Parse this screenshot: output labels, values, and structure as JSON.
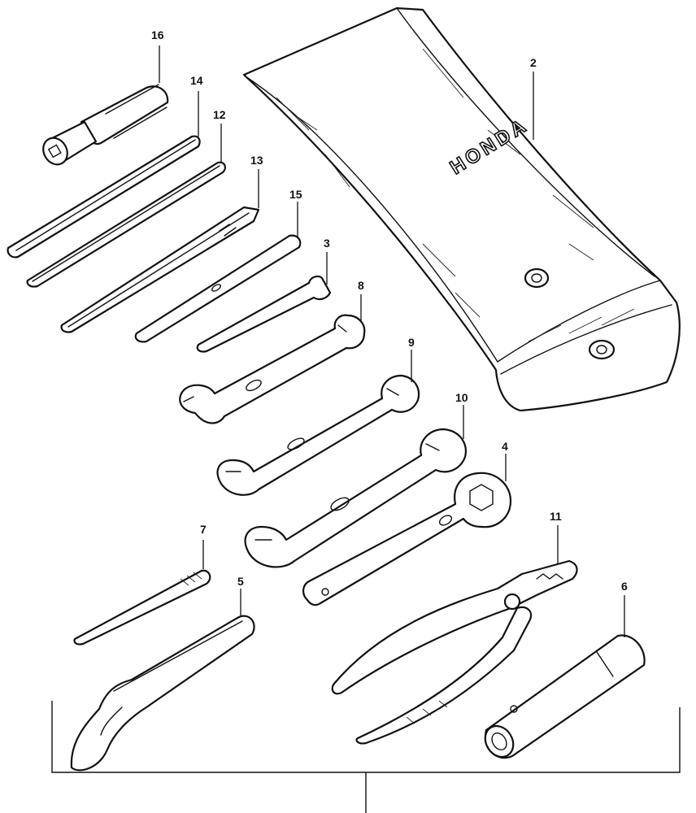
{
  "brand_mark": "HONDA",
  "callouts": [
    {
      "id": "callout-16",
      "label": "16"
    },
    {
      "id": "callout-14",
      "label": "14"
    },
    {
      "id": "callout-12",
      "label": "12"
    },
    {
      "id": "callout-13",
      "label": "13"
    },
    {
      "id": "callout-15",
      "label": "15"
    },
    {
      "id": "callout-3",
      "label": "3"
    },
    {
      "id": "callout-8",
      "label": "8"
    },
    {
      "id": "callout-9",
      "label": "9"
    },
    {
      "id": "callout-10",
      "label": "10"
    },
    {
      "id": "callout-4",
      "label": "4"
    },
    {
      "id": "callout-11",
      "label": "11"
    },
    {
      "id": "callout-7",
      "label": "7"
    },
    {
      "id": "callout-5",
      "label": "5"
    },
    {
      "id": "callout-6",
      "label": "6"
    },
    {
      "id": "callout-2",
      "label": "2"
    }
  ]
}
